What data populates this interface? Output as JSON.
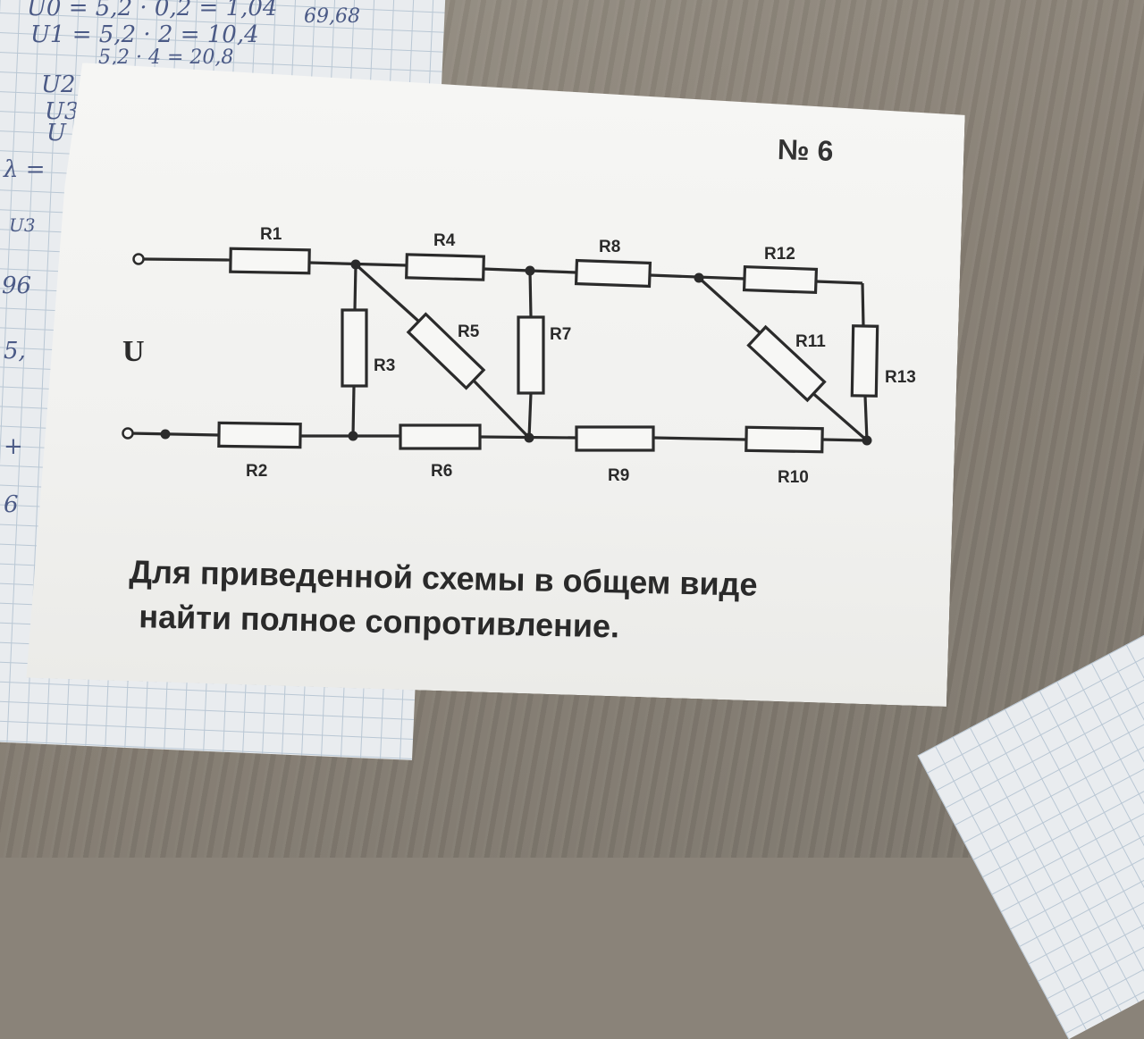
{
  "card": {
    "number": "№ 6",
    "task_line1": "Для приведенной схемы в общем виде",
    "task_line2": "найти полное сопротивление."
  },
  "circuit": {
    "source_label": "U",
    "resistors": [
      "R1",
      "R2",
      "R3",
      "R4",
      "R5",
      "R6",
      "R7",
      "R8",
      "R9",
      "R10",
      "R11",
      "R12",
      "R13"
    ]
  },
  "notes": {
    "l1": "U0 = 5,2 · 0,2 = 1,04",
    "l2": "U1 = 5,2 · 2 = 10,4",
    "l3": "5,2 · 4 = 20,8",
    "l4": "U2",
    "l5": "U3",
    "l6": "U",
    "l7": "69,68",
    "l8": "λ =",
    "l9": "U3",
    "l10": "96",
    "l11": "5,",
    "l12": "+",
    "l13": "6"
  }
}
